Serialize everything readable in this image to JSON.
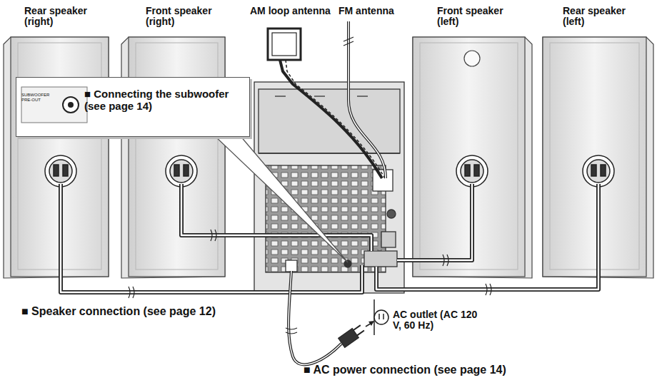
{
  "diagram": {
    "labels": [
      "Rear speaker (right)",
      "Front speaker (right)",
      "AM loop antenna",
      "FM antenna",
      "Front speaker (left)",
      "Rear speaker (left)",
      "■ Connecting the subwoofer (see page 14)",
      "SUBWOOFER PRE-OUT",
      "■ Speaker connection (see page 12)",
      "AC outlet (AC 120 V, 60 Hz)",
      "■ AC power connection (see page 14)"
    ]
  }
}
